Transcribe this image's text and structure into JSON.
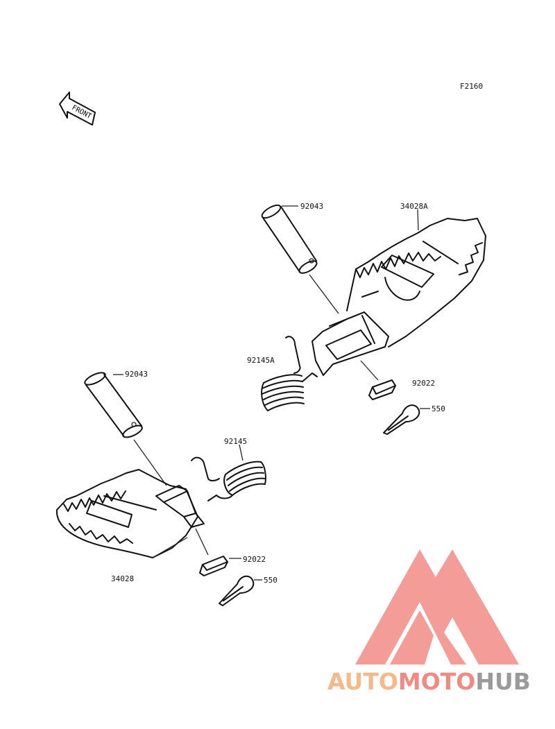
{
  "diagram_code": "F2160",
  "front_label": "FRONT",
  "labels": {
    "pin_right": "92043",
    "step_right": "34028A",
    "spring_right": "92145A",
    "washer_right": "92022",
    "cotter_right": "550",
    "pin_left": "92043",
    "spring_left": "92145",
    "washer_left": "92022",
    "cotter_left": "550",
    "step_left": "34028"
  },
  "watermark": {
    "part1": "AUTO",
    "part2": "MOTO",
    "part3": "HUB",
    "color1": "#f6b98a",
    "color2": "#f08a83",
    "color3": "#9a9a9a",
    "logo_color": "#f28c86"
  }
}
